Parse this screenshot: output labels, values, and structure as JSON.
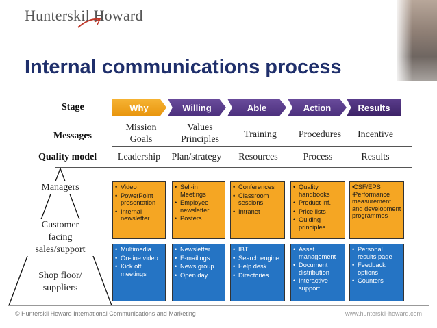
{
  "header": {
    "brand": "Hunterskil Howard",
    "title": "Internal communications process"
  },
  "labels": {
    "stage": "Stage",
    "messages": "Messages",
    "quality_model": "Quality model"
  },
  "stages": [
    {
      "label": "Why",
      "message": "Mission Goals",
      "quality": "Leadership"
    },
    {
      "label": "Willing",
      "message": "Values Principles",
      "quality": "Plan/strategy"
    },
    {
      "label": "Able",
      "message": "Training",
      "quality": "Resources"
    },
    {
      "label": "Action",
      "message": "Procedures",
      "quality": "Process"
    },
    {
      "label": "Results",
      "message": "Incentive",
      "quality": "Results"
    }
  ],
  "pyramid": {
    "managers": "Managers",
    "customer_facing": [
      "Customer",
      "facing",
      "sales/support"
    ],
    "shop_floor": [
      "Shop floor/",
      "suppliers"
    ]
  },
  "grid": {
    "top": [
      [
        "Video",
        "PowerPoint presentation",
        "Internal newsletter"
      ],
      [
        "Sell-in Meetings",
        "Employee newsletter",
        "Posters"
      ],
      [
        "Conferences",
        "Classroom sessions",
        "Intranet"
      ],
      [
        "Quality handbooks",
        "Product inf.",
        "Price lists",
        "Guiding principles"
      ],
      [
        "CSF/EPS",
        "Performance measurement and development programmes"
      ]
    ],
    "bottom": [
      [
        "Multimedia",
        "On-line video",
        "Kick off meetings"
      ],
      [
        "Newsletter",
        "E-mailings",
        "News group",
        "Open day"
      ],
      [
        "IBT",
        "Search engine",
        "Help desk",
        "Directories"
      ],
      [
        "Asset management",
        "Document distribution",
        "Interactive support"
      ],
      [
        "Personal results page",
        "Feedback options",
        "Counters"
      ]
    ]
  },
  "footer": {
    "left": "© Hunterskil Howard International Communications and Marketing",
    "right": "www.hunterskil-howard.com"
  },
  "colors": {
    "stage_why": "#f2a31c",
    "stage_purple": "#4f3283",
    "cell_orange": "#f5a623",
    "cell_blue": "#2574c4",
    "title": "#1f2f6b"
  }
}
